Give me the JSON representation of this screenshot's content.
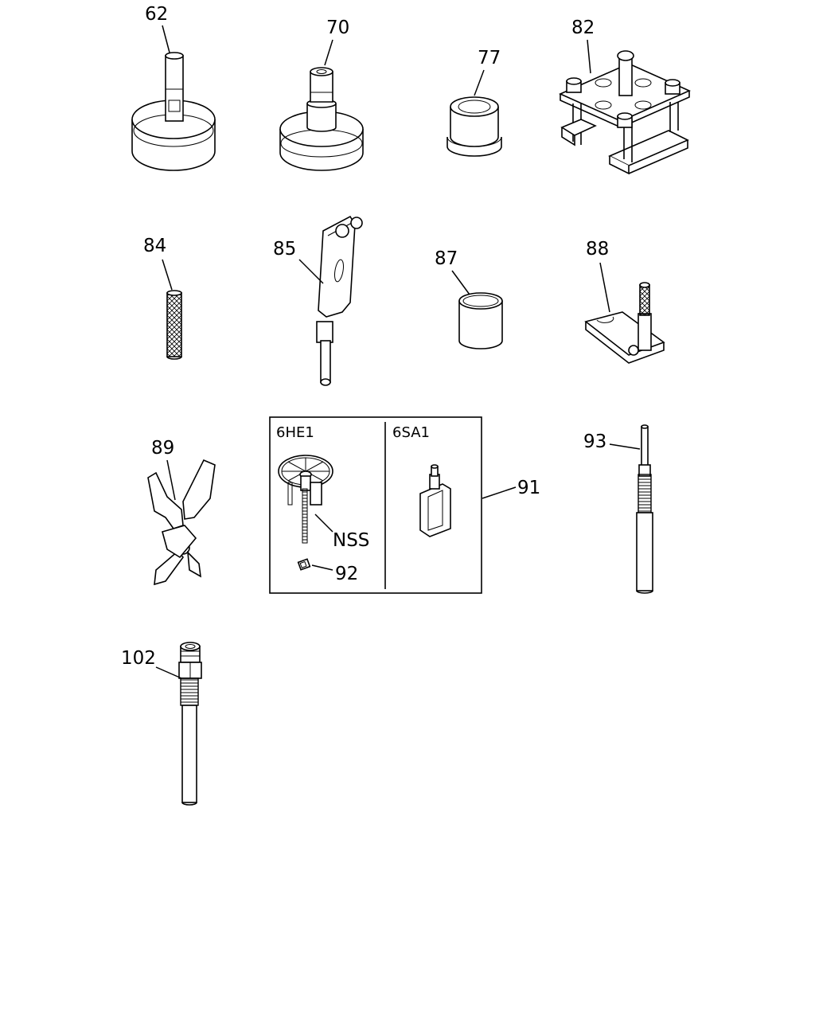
{
  "labels": {
    "p62": "62",
    "p70": "70",
    "p77": "77",
    "p82": "82",
    "p84": "84",
    "p85": "85",
    "p87": "87",
    "p88": "88",
    "p89": "89",
    "p91": "91",
    "p92": "92",
    "p93": "93",
    "p102": "102",
    "nss": "NSS"
  },
  "box": {
    "left_title": "6HE1",
    "right_title": "6SA1"
  }
}
